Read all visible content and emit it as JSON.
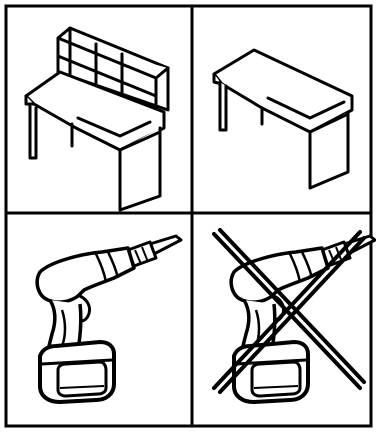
{
  "figure": {
    "kind": "assembly-instruction-panel",
    "panels": [
      {
        "name": "desk-with-hutch",
        "icon": "desk-with-hutch-icon"
      },
      {
        "name": "desk-without-hutch",
        "icon": "desk-icon"
      },
      {
        "name": "cordless-drill-allowed",
        "icon": "cordless-drill-icon"
      },
      {
        "name": "cordless-drill-not-allowed",
        "icon": "cordless-drill-crossed-icon"
      }
    ],
    "colors": {
      "line": "#000000",
      "background": "#ffffff"
    }
  }
}
